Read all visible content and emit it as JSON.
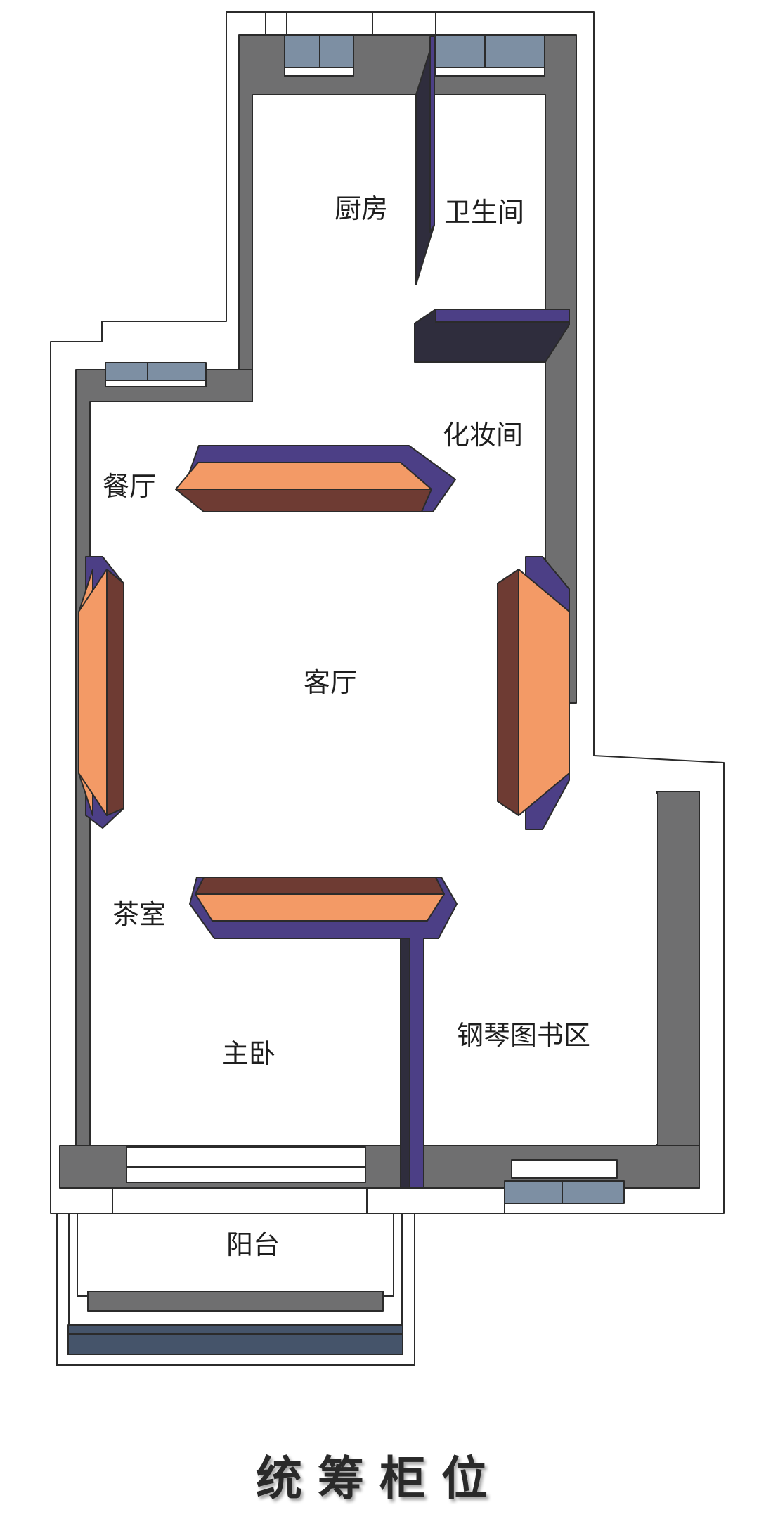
{
  "diagram": {
    "title": "统筹柜位",
    "type": "floor-plan-cabinet-layout",
    "rooms": [
      {
        "id": "kitchen",
        "label": "厨房"
      },
      {
        "id": "bathroom",
        "label": "卫生间"
      },
      {
        "id": "dressing",
        "label": "化妆间"
      },
      {
        "id": "dining",
        "label": "餐厅"
      },
      {
        "id": "living",
        "label": "客厅"
      },
      {
        "id": "tea",
        "label": "茶室"
      },
      {
        "id": "master",
        "label": "主卧"
      },
      {
        "id": "piano",
        "label": "钢琴图书区"
      },
      {
        "id": "balcony",
        "label": "阳台"
      }
    ],
    "colors": {
      "wall_inner": "#6f6f70",
      "wall_outer": "#ffffff",
      "outline": "#2b2b2b",
      "cabinet_top": "#f39a66",
      "cabinet_side": "#6e3b33",
      "cabinet_edge": "#4c3f86",
      "partition_dark": "#2f2d3d",
      "window_glass": "#7d8fa3",
      "balcony_rail": "#45546a"
    }
  }
}
